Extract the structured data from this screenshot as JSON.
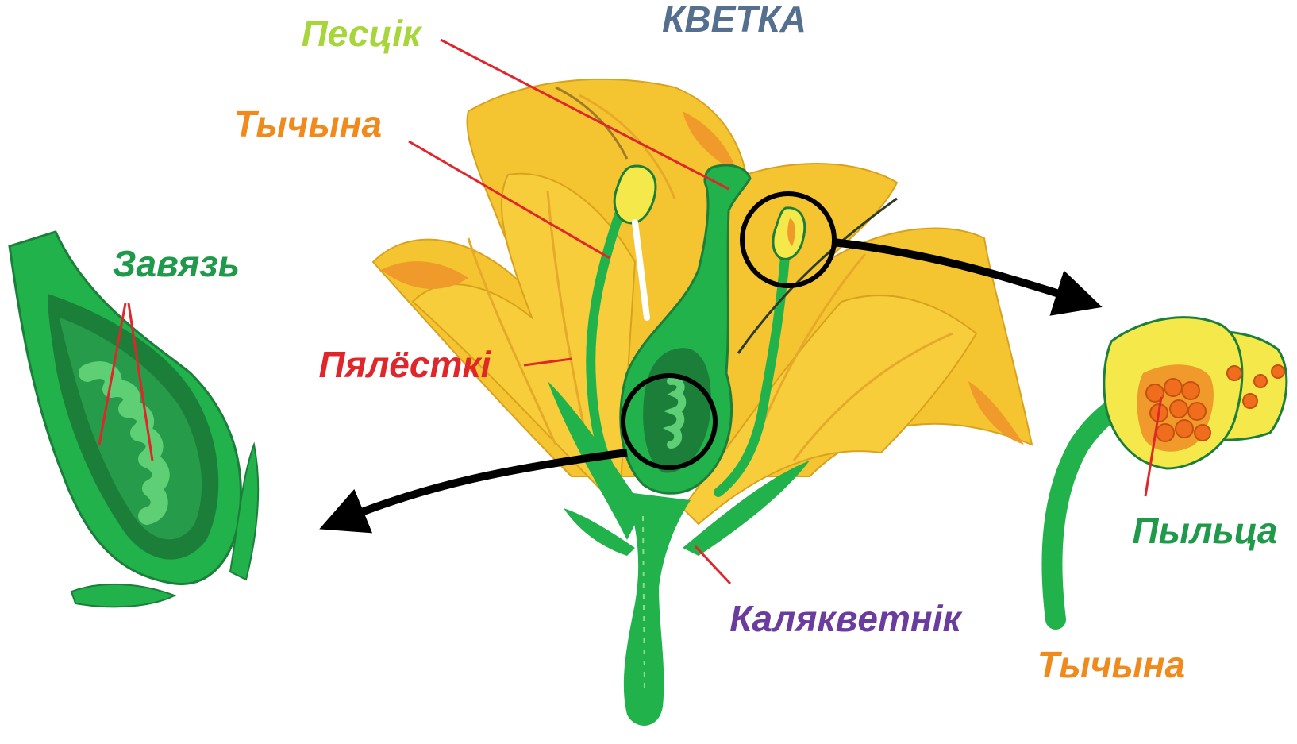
{
  "title": "КВЕТКА",
  "labels": {
    "pistil": "Песцік",
    "stamen_main": "Тычына",
    "petals": "Пялёсткі",
    "calyx": "Каляквeтнік",
    "ovary": "Завязь",
    "pollen": "Пыльца",
    "stamen_detail": "Тычына"
  },
  "colors": {
    "title": "#55708f",
    "pistil_label": "#a6d63a",
    "stamen_label": "#f08a1c",
    "petals_label": "#e0262b",
    "calyx_label": "#6a3c9e",
    "green_label": "#1f9a4a",
    "petal_yellow": "#f5c431",
    "petal_orange": "#ef9a2a",
    "plant_green": "#22b24c",
    "plant_dark_green": "#1b7f3a",
    "pointer_red": "#e0262b",
    "arrow_black": "#000000"
  }
}
